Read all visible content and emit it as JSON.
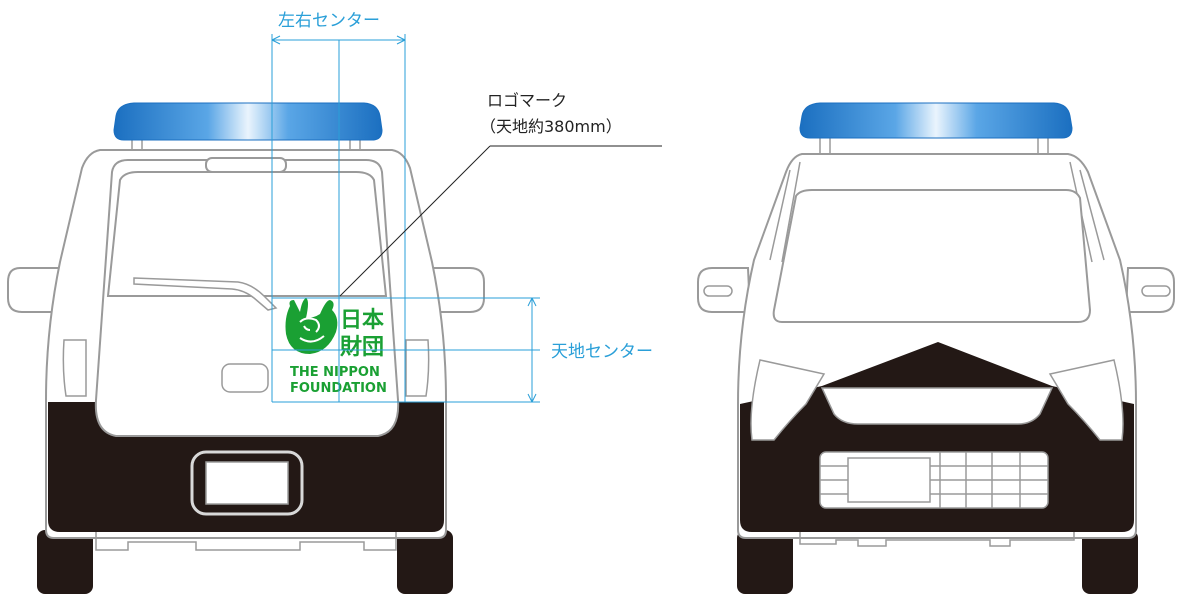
{
  "annotations": {
    "horizontal_center": "左右センター",
    "vertical_center": "天地センター",
    "logo_callout_line1": "ロゴマーク",
    "logo_callout_line2": "（天地約380mm）"
  },
  "logo": {
    "jp_line1": "日本",
    "jp_line2": "財団",
    "en_line1": "THE NIPPON",
    "en_line2": "FOUNDATION"
  },
  "colors": {
    "dimension": "#2a9fd8",
    "logo_green": "#1aa033",
    "light_bar_blue": "#1b7fd0",
    "bumper_black": "#231815",
    "body_outline": "#999999"
  }
}
